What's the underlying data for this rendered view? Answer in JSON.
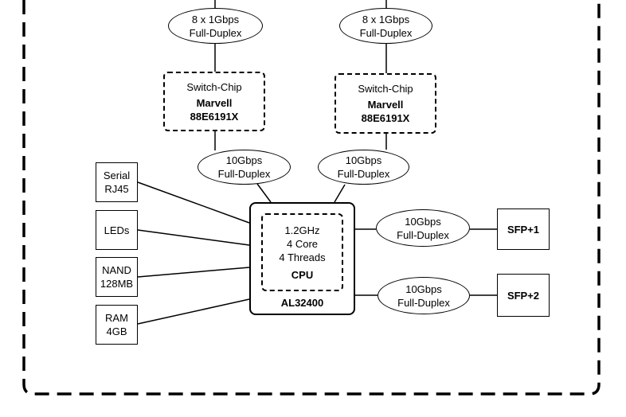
{
  "ports_left": {
    "line1": "8 x 1Gbps",
    "line2": "Full-Duplex"
  },
  "ports_right": {
    "line1": "8 x 1Gbps",
    "line2": "Full-Duplex"
  },
  "switch_left": {
    "label": "Switch-Chip",
    "vendor": "Marvell",
    "model": "88E6191X"
  },
  "switch_right": {
    "label": "Switch-Chip",
    "vendor": "Marvell",
    "model": "88E6191X"
  },
  "link_left": {
    "line1": "10Gbps",
    "line2": "Full-Duplex"
  },
  "link_right": {
    "line1": "10Gbps",
    "line2": "Full-Duplex"
  },
  "serial": {
    "line1": "Serial",
    "line2": "RJ45"
  },
  "leds": {
    "label": "LEDs"
  },
  "nand": {
    "line1": "NAND",
    "line2": "128MB"
  },
  "ram": {
    "line1": "RAM",
    "line2": "4GB"
  },
  "cpu": {
    "freq": "1.2GHz",
    "cores": "4 Core",
    "threads": "4 Threads",
    "label": "CPU",
    "model": "AL32400"
  },
  "sfp_link1": {
    "line1": "10Gbps",
    "line2": "Full-Duplex"
  },
  "sfp_link2": {
    "line1": "10Gbps",
    "line2": "Full-Duplex"
  },
  "sfp1": {
    "label": "SFP+1"
  },
  "sfp2": {
    "label": "SFP+2"
  }
}
